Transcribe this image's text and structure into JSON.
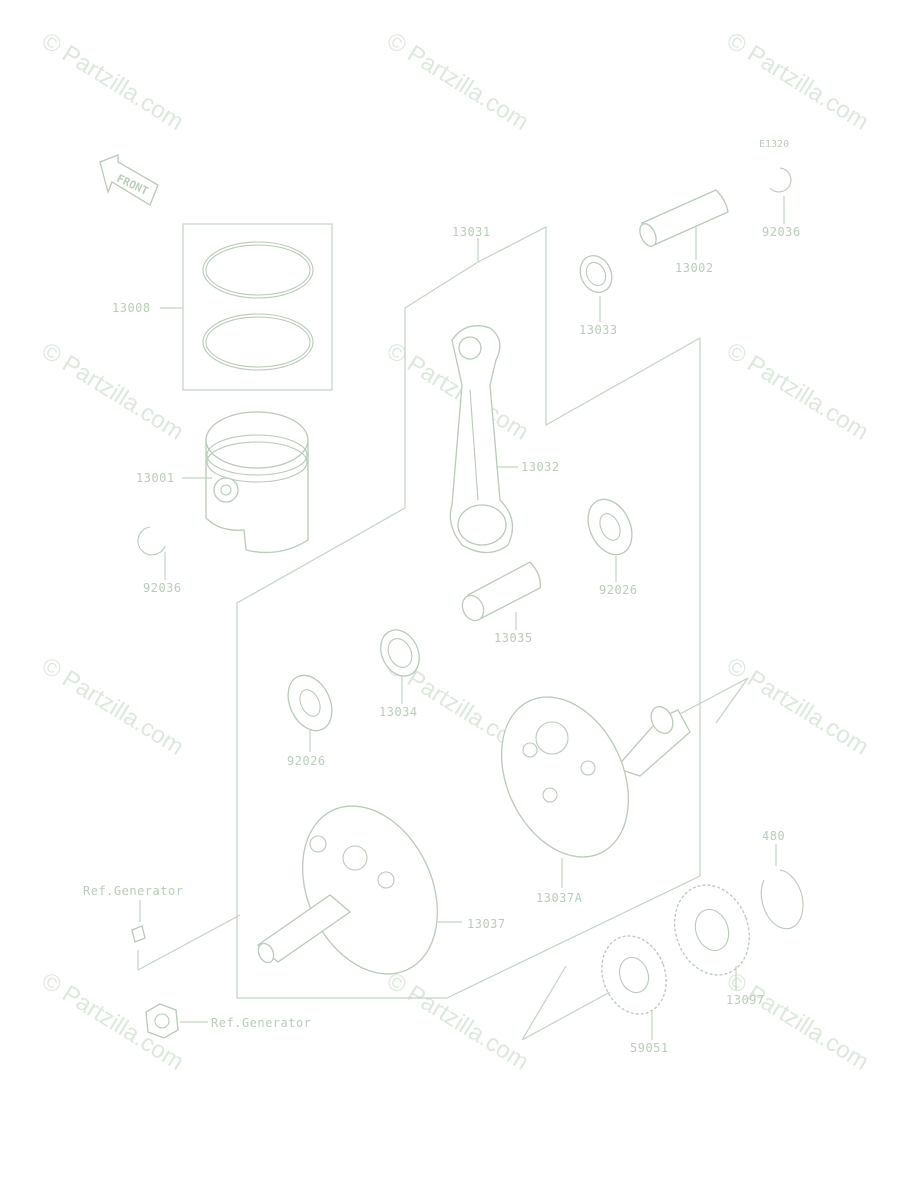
{
  "watermark_text": "© Partzilla.com",
  "figure_code": "E1320",
  "front_label": "FRONT",
  "labels": {
    "p13008": "13008",
    "p13001": "13001",
    "p92036_left": "92036",
    "p13031": "13031",
    "p13032": "13032",
    "p13033": "13033",
    "p13002": "13002",
    "p92036_right": "92036",
    "p92026_right": "92026",
    "p13035": "13035",
    "p13034": "13034",
    "p92026_left": "92026",
    "p13037A": "13037A",
    "p480": "480",
    "p13037": "13037",
    "p13097": "13097",
    "p59051": "59051",
    "ref_generator_1": "Ref.Generator",
    "ref_generator_2": "Ref.Generator"
  },
  "colors": {
    "line": "#c2d3c2",
    "label": "#b9ccb9",
    "watermark": "#dde8dd"
  }
}
